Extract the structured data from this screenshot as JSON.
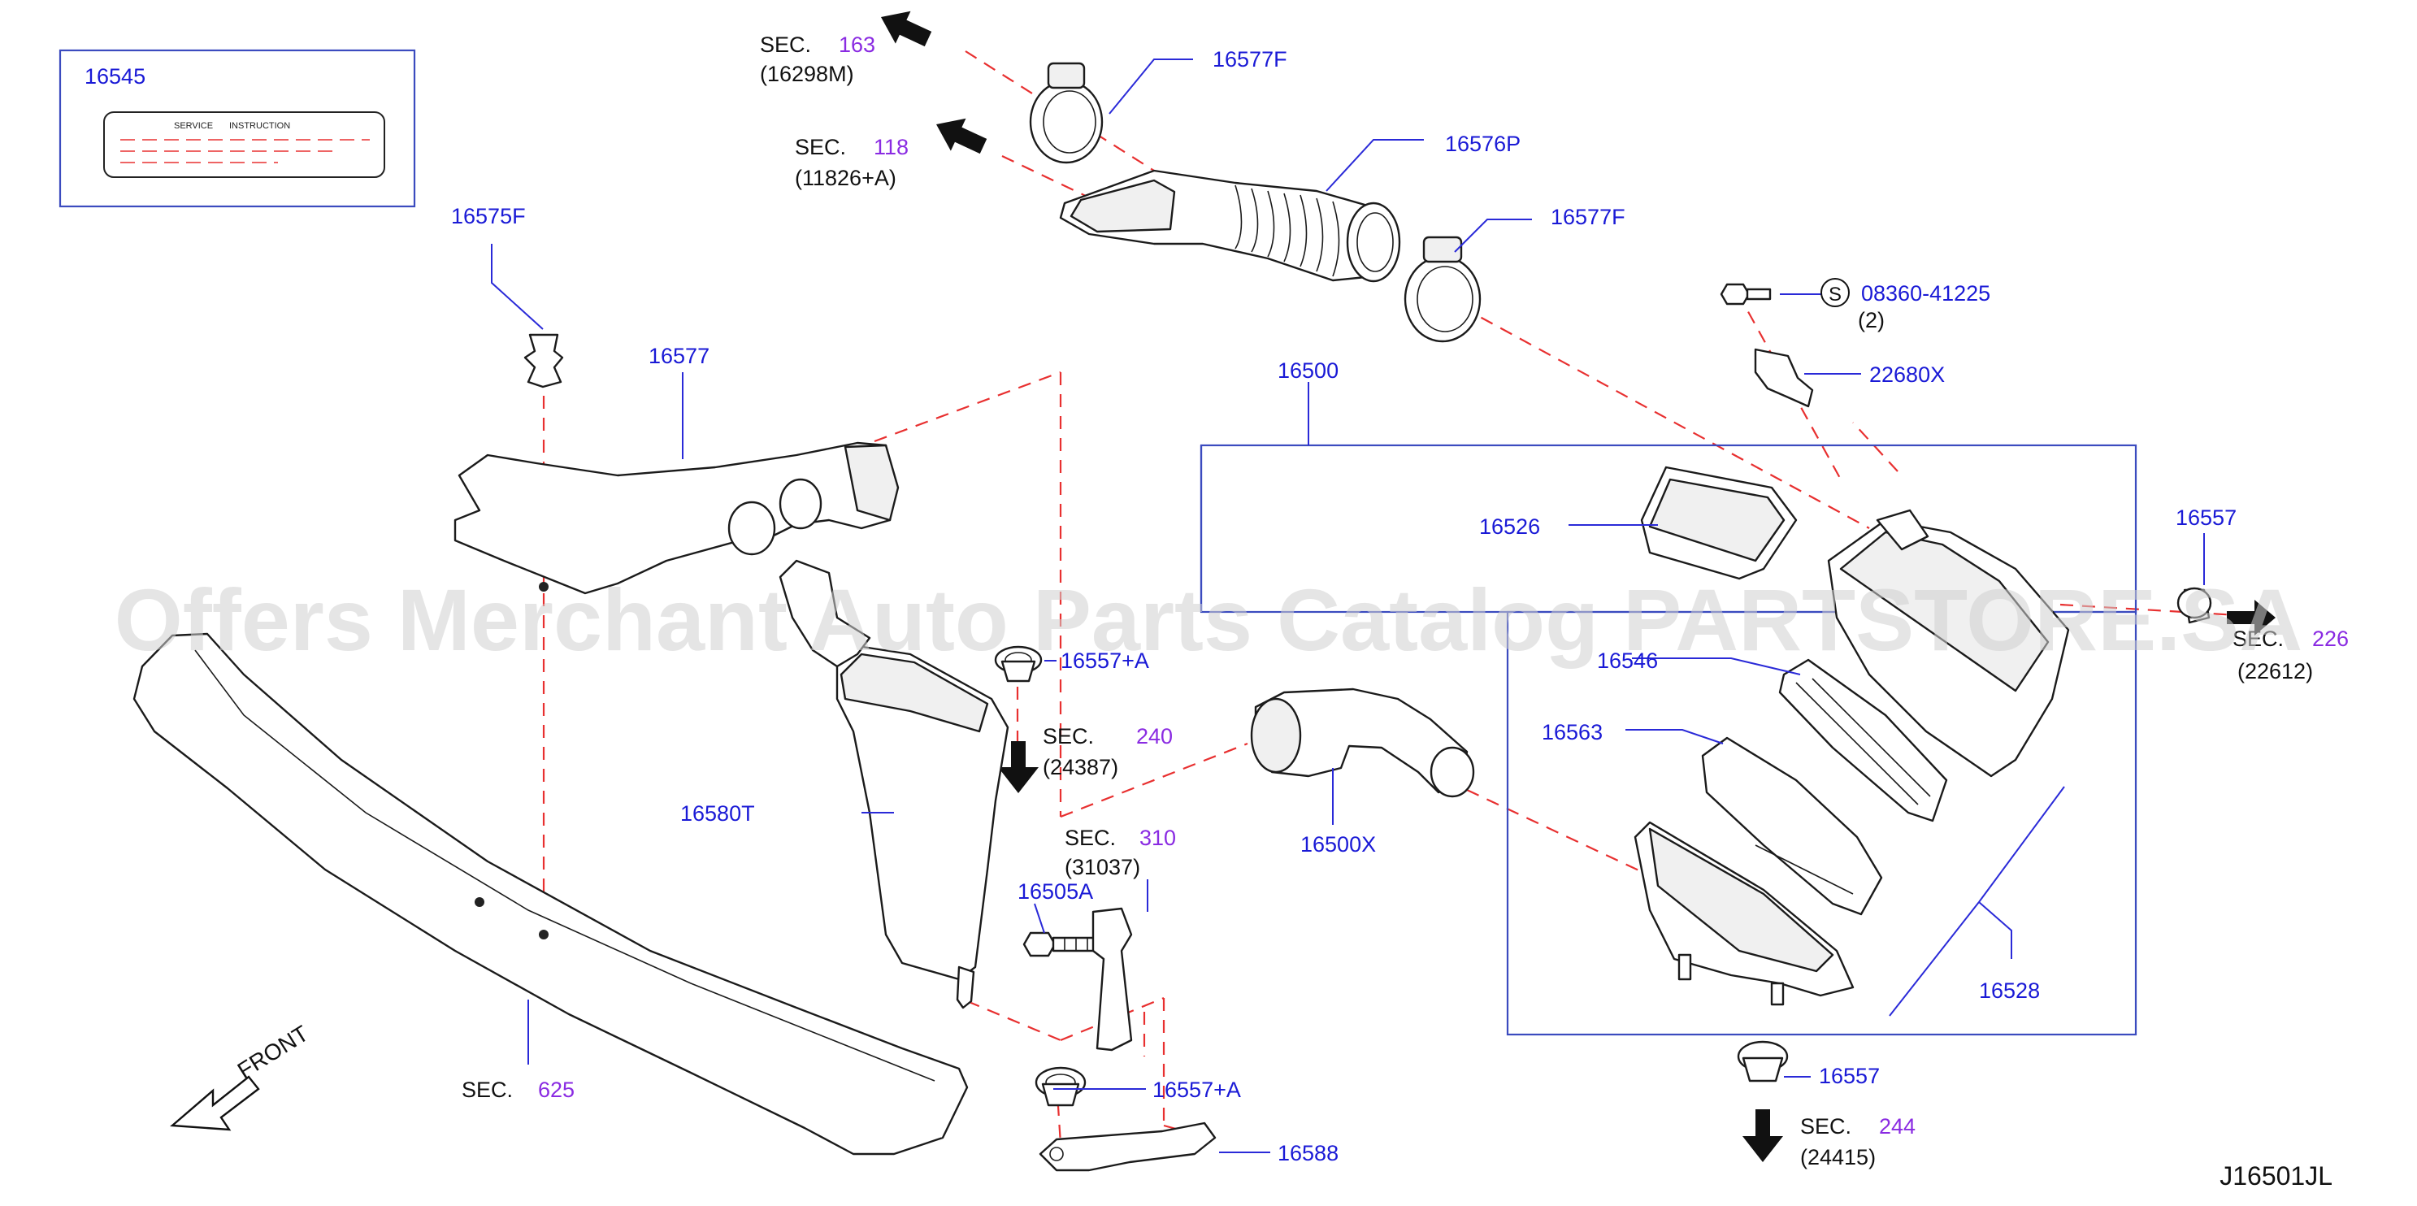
{
  "colors": {
    "part_number": "#1a1ad6",
    "section_number": "#8a2be2",
    "dashed_lead": "#e83030",
    "frame": "#3b4bbf"
  },
  "label_card": {
    "part_number": "16545",
    "heading_a": "SERVICE",
    "heading_b": "INSTRUCTION"
  },
  "part_numbers": {
    "p16575F": "16575F",
    "p16577": "16577",
    "p16577F_top": "16577F",
    "p16576P": "16576P",
    "p16577F_mid": "16577F",
    "p08360": "08360-41225",
    "p08360_qty": "(2)",
    "p22680X": "22680X",
    "p16500": "16500",
    "p16526": "16526",
    "p16557_right": "16557",
    "p16546": "16546",
    "p16563": "16563",
    "p16528": "16528",
    "p16557_bottom": "16557",
    "p16557A_top": "16557+A",
    "p16580T": "16580T",
    "p16500X": "16500X",
    "p16505A": "16505A",
    "p16557A_bottom": "16557+A",
    "p16588": "16588"
  },
  "symbols": {
    "standard_part": "S"
  },
  "sections": {
    "s163": {
      "prefix": "SEC.",
      "number": "163",
      "ref": "(16298M)"
    },
    "s118": {
      "prefix": "SEC.",
      "number": "118",
      "ref": "(11826+A)"
    },
    "s240": {
      "prefix": "SEC.",
      "number": "240",
      "ref": "(24387)"
    },
    "s310": {
      "prefix": "SEC.",
      "number": "310",
      "ref": "(31037)"
    },
    "s226": {
      "prefix": "SEC.",
      "number": "226",
      "ref": "(22612)"
    },
    "s244": {
      "prefix": "SEC.",
      "number": "244",
      "ref": "(24415)"
    },
    "s625": {
      "prefix": "SEC.",
      "number": "625"
    }
  },
  "direction": {
    "label": "FRONT"
  },
  "watermark": "Offers Merchant Auto Parts Catalog PARTSTORE.SA",
  "diagram_id": "J16501JL"
}
